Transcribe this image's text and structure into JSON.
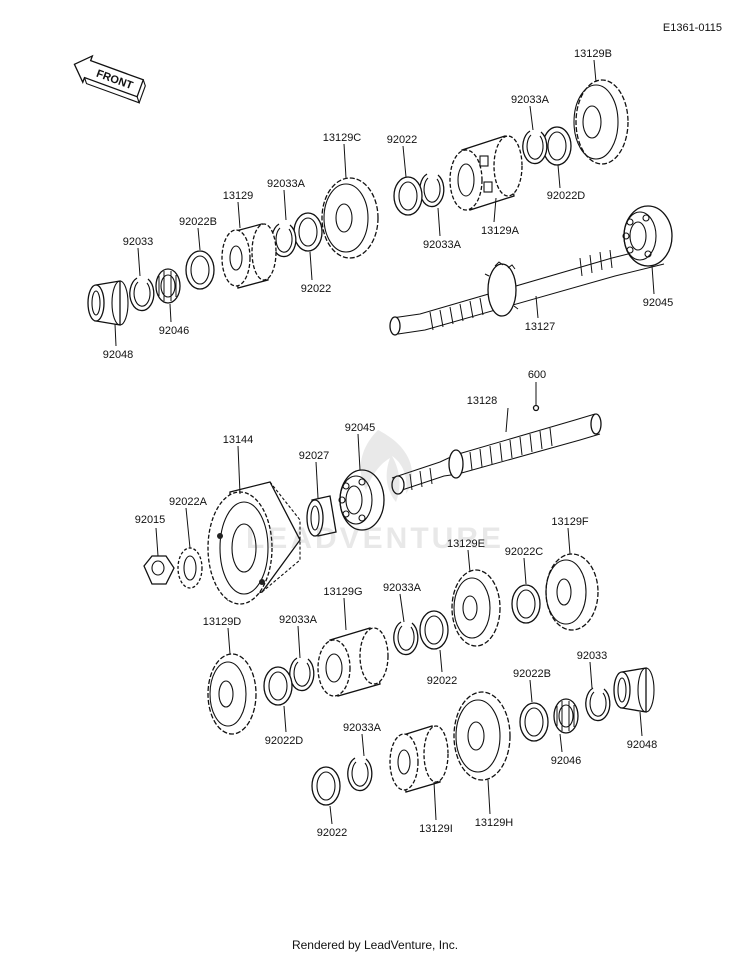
{
  "diagram_code": "E1361-0115",
  "front_label": "FRONT",
  "watermark_text": "LEADVENTURE",
  "footer": "Rendered by LeadVenture, Inc.",
  "labels": {
    "p13129B": "13129B",
    "p92033A_a": "92033A",
    "p92022D_a": "92022D",
    "p13129C": "13129C",
    "p92022_a": "92022",
    "p13129A": "13129A",
    "p92033A_b": "92033A",
    "p13129": "13129",
    "p92033A_c": "92033A",
    "p92022B_a": "92022B",
    "p92033_a": "92033",
    "p92022_b": "92022",
    "p92046_a": "92046",
    "p92048_a": "92048",
    "p13127": "13127",
    "p92045_a": "92045",
    "p600": "600",
    "p13128": "13128",
    "p13144": "13144",
    "p92045_b": "92045",
    "p92027": "92027",
    "p92022A": "92022A",
    "p92015": "92015",
    "p13129F": "13129F",
    "p13129E": "13129E",
    "p92022C": "92022C",
    "p13129G": "13129G",
    "p92033A_d": "92033A",
    "p13129D": "13129D",
    "p92033A_e": "92033A",
    "p92022_c": "92022",
    "p92022D_b": "92022D",
    "p92022B_b": "92022B",
    "p92033_b": "92033",
    "p92046_b": "92046",
    "p92048_b": "92048",
    "p92033A_f": "92033A",
    "p92022_d": "92022",
    "p13129I": "13129I",
    "p13129H": "13129H"
  }
}
